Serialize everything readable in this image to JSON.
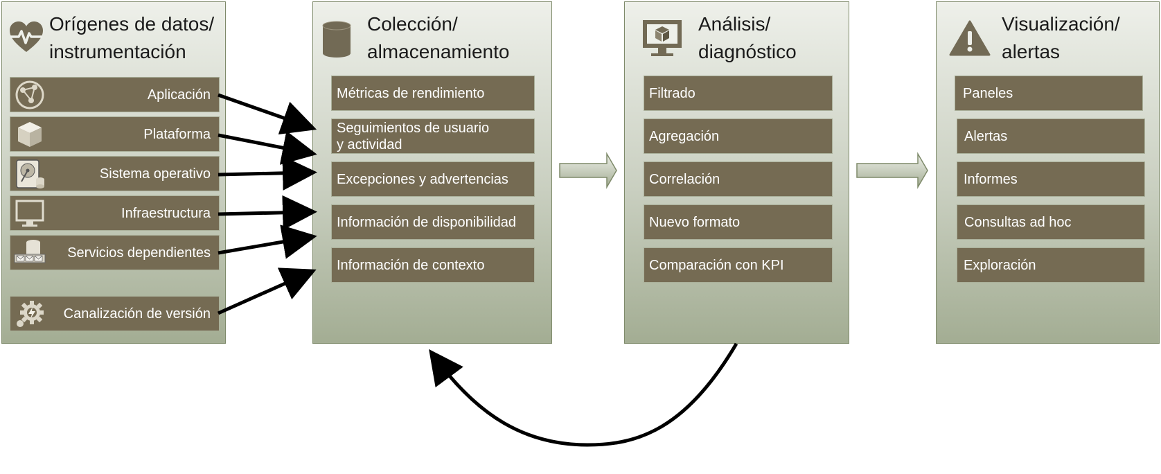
{
  "sources": {
    "title": "Orígenes de datos/\ninstrumentación",
    "items": [
      {
        "label": "Aplicación",
        "icon": "app-globe-icon"
      },
      {
        "label": "Plataforma",
        "icon": "cube-icon"
      },
      {
        "label": "Sistema operativo",
        "icon": "harddrive-icon"
      },
      {
        "label": "Infraestructura",
        "icon": "monitor-icon"
      },
      {
        "label": "Servicios dependientes",
        "icon": "service-bus-icon"
      },
      {
        "label": "Canalización de versión",
        "icon": "gear-icon"
      }
    ]
  },
  "collection": {
    "title": "Colección/\nalmacenamiento",
    "items": [
      "Métricas de rendimiento",
      "Seguimientos de usuario\ny actividad",
      "Excepciones y advertencias",
      "Información de disponibilidad",
      "Información de contexto"
    ]
  },
  "analysis": {
    "title": "Análisis/\ndiagnóstico",
    "items": [
      "Filtrado",
      "Agregación",
      "Correlación",
      "Nuevo formato",
      "Comparación con KPI"
    ]
  },
  "visualization": {
    "title": "Visualización/\nalertas",
    "items": [
      "Paneles",
      "Alertas",
      "Informes",
      "Consultas ad hoc",
      "Exploración"
    ]
  },
  "colors": {
    "item_fill": "#756b53",
    "panel_border": "#7e8a6a",
    "arrow": "#000000"
  }
}
